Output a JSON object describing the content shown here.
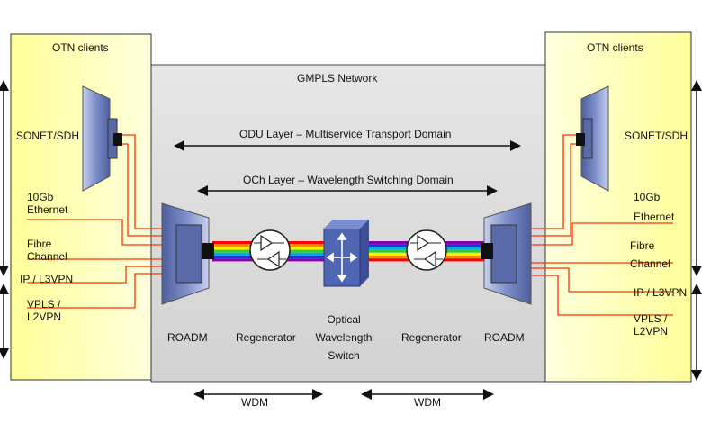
{
  "gmpls": {
    "title": "GMPLS Network"
  },
  "domains": {
    "odu": "ODU Layer – Multiservice Transport Domain",
    "och": "OCh Layer – Wavelength Switching Domain"
  },
  "left_panel": {
    "title": "OTN clients",
    "clients": [
      "SONET/SDH",
      "10Gb",
      "Ethernet",
      "Fibre",
      "Channel",
      "IP / L3VPN",
      "VPLS /",
      "L2VPN"
    ]
  },
  "right_panel": {
    "title": "OTN clients",
    "clients": [
      "SONET/SDH",
      "10Gb",
      "Ethernet",
      "Fibre",
      "Channel",
      "IP / L3VPN",
      "VPLS /",
      "L2VPN"
    ]
  },
  "devices": {
    "roadm_left": "ROADM",
    "regen_left": "Regenerator",
    "switch_line1": "Optical",
    "switch_line2": "Wavelength",
    "switch_line3": "Switch",
    "regen_right": "Regenerator",
    "roadm_right": "ROADM"
  },
  "wdm": {
    "left": "WDM",
    "right": "WDM"
  },
  "colors": {
    "panel_fill": "#ffff99",
    "panel_gradient_end": "#ffffcc",
    "network_fill": "#d9d9d9",
    "client_line": "#ff3300",
    "device_fill": "#7b8cc8",
    "switch_fill": "#4f66b5"
  }
}
